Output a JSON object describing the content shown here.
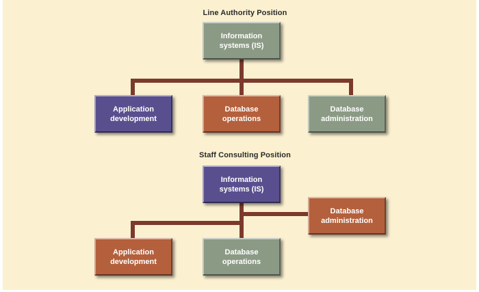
{
  "colors": {
    "background": "#fbf1d1",
    "connector": "#7b3a2d",
    "gray_green": "#8b9a85",
    "purple": "#5a4f8e",
    "rust": "#b4603c"
  },
  "top_diagram": {
    "title": "Line Authority Position",
    "root": {
      "label": "Information\nsystems (IS)",
      "color": "#8b9a85"
    },
    "children": [
      {
        "label": "Application\ndevelopment",
        "color": "#5a4f8e"
      },
      {
        "label": "Database\noperations",
        "color": "#b4603c"
      },
      {
        "label": "Database\nadministration",
        "color": "#8b9a85"
      }
    ]
  },
  "bottom_diagram": {
    "title": "Staff Consulting Position",
    "root": {
      "label": "Information\nsystems (IS)",
      "color": "#5a4f8e"
    },
    "staff": {
      "label": "Database\nadministration",
      "color": "#b4603c"
    },
    "children": [
      {
        "label": "Application\ndevelopment",
        "color": "#b4603c"
      },
      {
        "label": "Database\noperations",
        "color": "#8b9a85"
      }
    ]
  }
}
